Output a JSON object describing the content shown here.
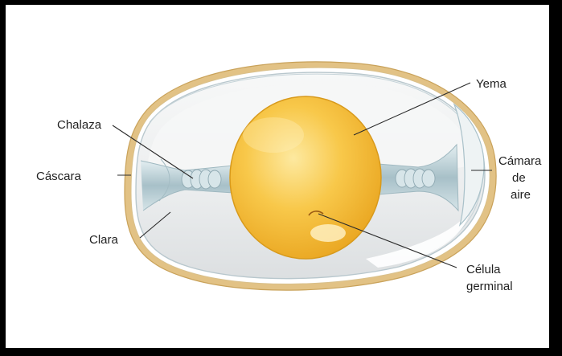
{
  "labels": {
    "yema": "Yema",
    "chalaza": "Chalaza",
    "cascara": "Cáscara",
    "camara_line1": "Cámara",
    "camara_line2": "de",
    "camara_line3": "aire",
    "clara": "Clara",
    "celula_line1": "Célula",
    "celula_line2": "germinal"
  },
  "colors": {
    "frame": "#000000",
    "shell": "#e8c98c",
    "albumen": "#e6e8ea",
    "yolk": "#f2b52a",
    "chalaza": "#b9cdd4"
  }
}
